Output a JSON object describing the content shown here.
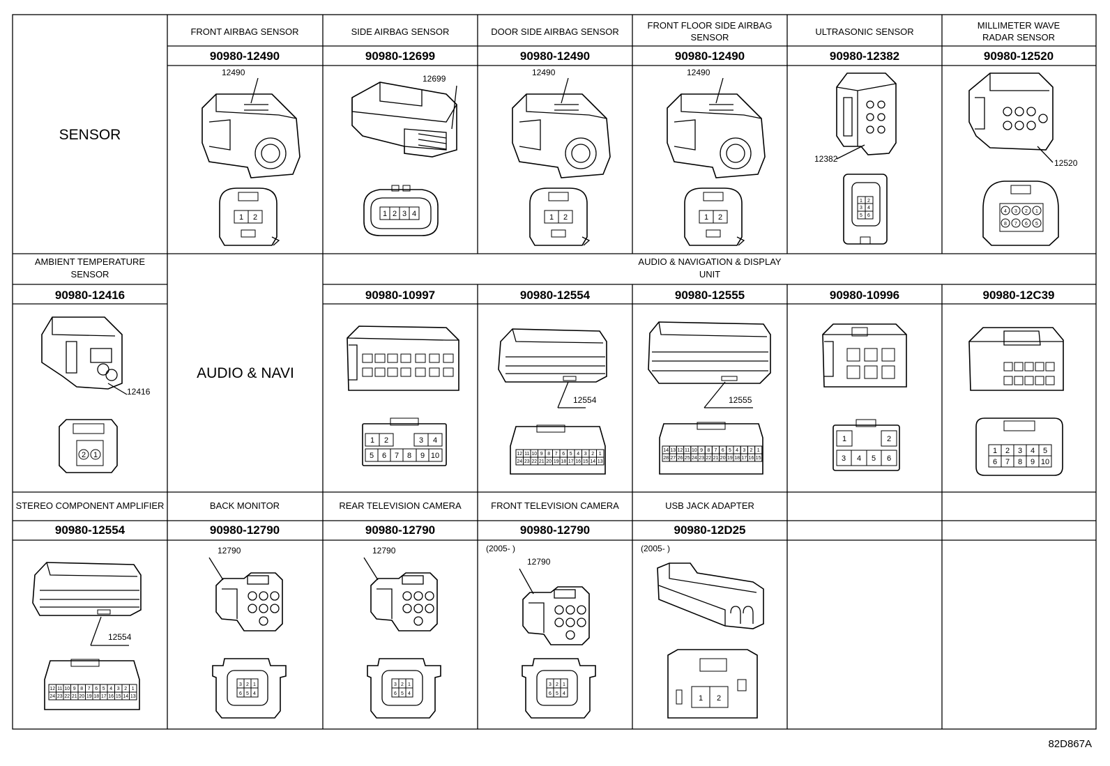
{
  "figure_id": "82D867A",
  "row1": {
    "group_label": "SENSOR",
    "columns": [
      {
        "title": "FRONT AIRBAG SENSOR",
        "part": "90980-12490",
        "callout": "12490",
        "pins": [
          "1",
          "2"
        ]
      },
      {
        "title": "SIDE AIRBAG SENSOR",
        "part": "90980-12699",
        "callout": "12699",
        "pins": [
          "1",
          "2",
          "3",
          "4"
        ]
      },
      {
        "title": "DOOR SIDE AIRBAG SENSOR",
        "part": "90980-12490",
        "callout": "12490",
        "pins": [
          "1",
          "2"
        ]
      },
      {
        "title_lines": [
          "FRONT FLOOR SIDE AIRBAG",
          "SENSOR"
        ],
        "part": "90980-12490",
        "callout": "12490",
        "pins": [
          "1",
          "2"
        ]
      },
      {
        "title": "ULTRASONIC SENSOR",
        "part": "90980-12382",
        "callout": "12382",
        "pins": [
          "1",
          "2",
          "3",
          "4",
          "5",
          "6"
        ]
      },
      {
        "title_lines": [
          "MILLIMETER WAVE",
          "RADAR SENSOR"
        ],
        "part": "90980-12520",
        "callout": "12520",
        "pins": [
          "4",
          "3",
          "2",
          "1",
          "8",
          "7",
          "6",
          "5"
        ]
      }
    ]
  },
  "row2": {
    "ambient": {
      "title_lines": [
        "AMBIENT TEMPERATURE",
        "SENSOR"
      ],
      "part": "90980-12416",
      "callout": "12416",
      "pins": [
        "2",
        "1"
      ]
    },
    "group_label": "AUDIO & NAVI",
    "unit_title_lines": [
      "AUDIO & NAVIGATION & DISPLAY",
      "UNIT"
    ],
    "columns": [
      {
        "part": "90980-10997",
        "pins_top": [
          "1",
          "2",
          "3",
          "4"
        ],
        "pins_bottom": [
          "5",
          "6",
          "7",
          "8",
          "9",
          "10"
        ]
      },
      {
        "part": "90980-12554",
        "callout": "12554",
        "pins_top": [
          "12",
          "11",
          "10",
          "9",
          "8",
          "7",
          "6",
          "5",
          "4",
          "3",
          "2",
          "1"
        ],
        "pins_bottom": [
          "24",
          "23",
          "22",
          "21",
          "20",
          "19",
          "18",
          "17",
          "16",
          "15",
          "14",
          "13"
        ]
      },
      {
        "part": "90980-12555",
        "callout": "12555",
        "pins_top": [
          "14",
          "13",
          "12",
          "11",
          "10",
          "9",
          "8",
          "7",
          "6",
          "5",
          "4",
          "3",
          "2",
          "1"
        ],
        "pins_bottom": [
          "28",
          "27",
          "26",
          "25",
          "24",
          "23",
          "22",
          "21",
          "20",
          "19",
          "18",
          "17",
          "16",
          "15"
        ]
      },
      {
        "part": "90980-10996",
        "pins_top": [
          "1",
          "2"
        ],
        "pins_bottom": [
          "3",
          "4",
          "5",
          "6"
        ]
      },
      {
        "part": "90980-12C39",
        "pins_top": [
          "1",
          "2",
          "3",
          "4",
          "5"
        ],
        "pins_bottom": [
          "6",
          "7",
          "8",
          "9",
          "10"
        ]
      }
    ]
  },
  "row3": {
    "columns": [
      {
        "title": "STEREO COMPONENT AMPLIFIER",
        "part": "90980-12554",
        "callout": "12554",
        "pins_top": [
          "12",
          "11",
          "10",
          "9",
          "8",
          "7",
          "6",
          "5",
          "4",
          "3",
          "2",
          "1"
        ],
        "pins_bottom": [
          "24",
          "23",
          "22",
          "21",
          "20",
          "19",
          "18",
          "17",
          "16",
          "15",
          "14",
          "13"
        ]
      },
      {
        "title": "BACK MONITOR",
        "part": "90980-12790",
        "callout": "12790",
        "pins": [
          "3",
          "2",
          "1",
          "6",
          "5",
          "4"
        ]
      },
      {
        "title": "REAR TELEVISION CAMERA",
        "part": "90980-12790",
        "callout": "12790",
        "pins": [
          "3",
          "2",
          "1",
          "6",
          "5",
          "4"
        ]
      },
      {
        "title": "FRONT TELEVISION CAMERA",
        "part": "90980-12790",
        "note": "(2005-      )",
        "callout": "12790",
        "pins": [
          "3",
          "2",
          "1",
          "6",
          "5",
          "4"
        ]
      },
      {
        "title": "USB JACK ADAPTER",
        "part": "90980-12D25",
        "note": "(2005-      )",
        "pins": [
          "1",
          "2"
        ]
      },
      {
        "title": "",
        "part": ""
      },
      {
        "title": "",
        "part": ""
      }
    ]
  }
}
